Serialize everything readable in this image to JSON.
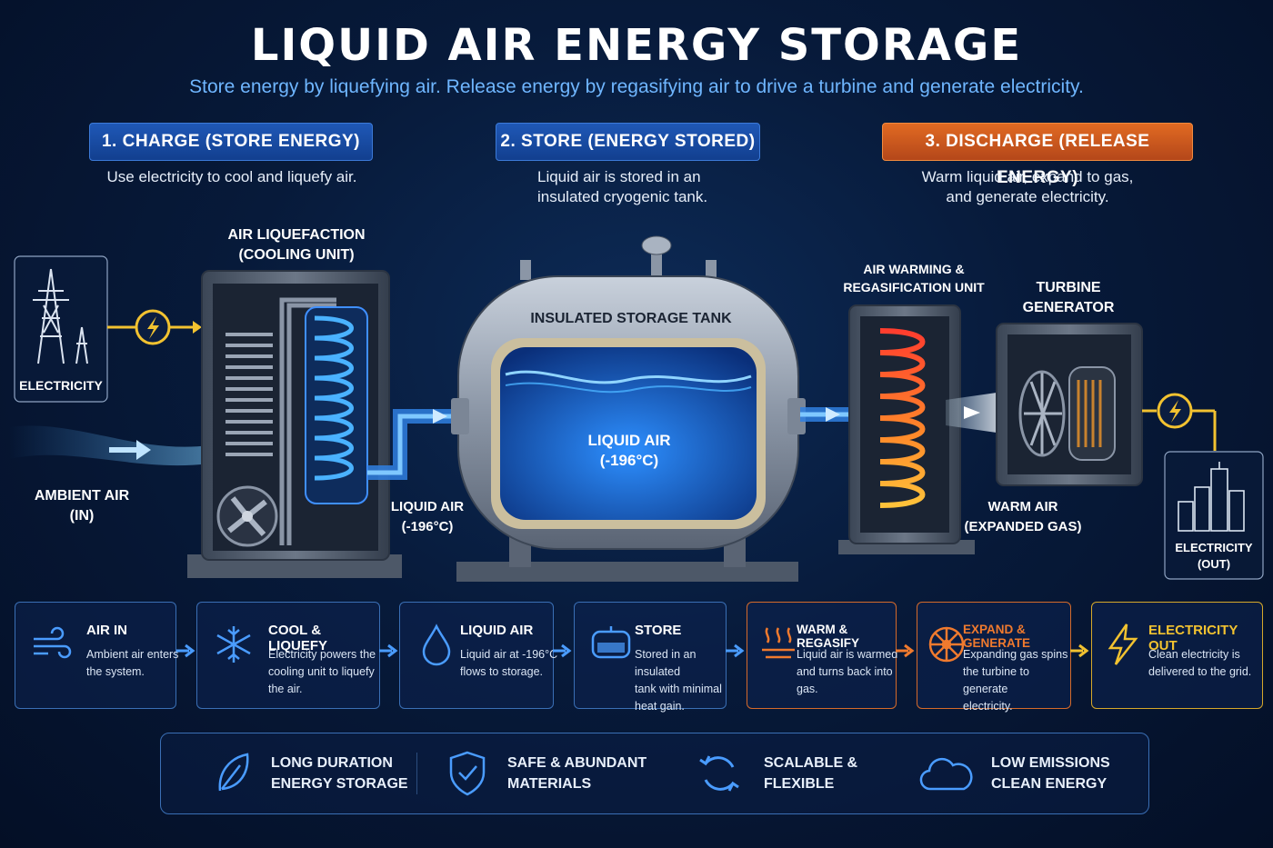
{
  "header": {
    "title": "LIQUID AIR ENERGY STORAGE",
    "subtitle": "Store energy by liquefying air. Release energy by regasifying air to drive a turbine and generate electricity."
  },
  "phases": [
    {
      "label": "1. CHARGE (STORE ENERGY)",
      "desc_l1": "Use electricity to cool and liquefy air.",
      "desc_l2": ""
    },
    {
      "label": "2. STORE (ENERGY STORED)",
      "desc_l1": "Liquid air is stored in an",
      "desc_l2": "insulated cryogenic tank."
    },
    {
      "label": "3. DISCHARGE (RELEASE ENERGY)",
      "desc_l1": "Warm liquid air, expand to gas,",
      "desc_l2": "and generate electricity."
    }
  ],
  "diagram": {
    "electricity": "ELECTRICITY",
    "ambient_air_l1": "AMBIENT AIR",
    "ambient_air_l2": "(IN)",
    "liquefaction_l1": "AIR LIQUEFACTION",
    "liquefaction_l2": "(COOLING UNIT)",
    "liquid_air_pipe_l1": "LIQUID AIR",
    "liquid_air_pipe_l2": "(-196°C)",
    "tank_label": "INSULATED STORAGE TANK",
    "tank_liquid_l1": "LIQUID AIR",
    "tank_liquid_l2": "(-196°C)",
    "warming_l1": "AIR WARMING &",
    "warming_l2": "REGASIFICATION UNIT",
    "turbine_l1": "TURBINE",
    "turbine_l2": "GENERATOR",
    "warm_air_l1": "WARM AIR",
    "warm_air_l2": "(EXPANDED GAS)",
    "elec_out_l1": "ELECTRICITY",
    "elec_out_l2": "(OUT)"
  },
  "steps": [
    {
      "title": "AIR IN",
      "d1": "Ambient air enters",
      "d2": "the system.",
      "d3": "",
      "icon": "wind-icon",
      "color": "#4a9cff"
    },
    {
      "title": "COOL & LIQUEFY",
      "d1": "Electricity powers the",
      "d2": "cooling unit to liquefy",
      "d3": "the air.",
      "icon": "snowflake-icon",
      "color": "#4a9cff"
    },
    {
      "title": "LIQUID AIR",
      "d1": "Liquid air at -196°C",
      "d2": "flows to storage.",
      "d3": "",
      "icon": "droplet-icon",
      "color": "#4a9cff"
    },
    {
      "title": "STORE",
      "d1": "Stored in an insulated",
      "d2": "tank with minimal",
      "d3": "heat gain.",
      "icon": "tank-icon",
      "color": "#4a9cff"
    },
    {
      "title": "WARM & REGASIFY",
      "d1": "Liquid air is warmed",
      "d2": "and turns back into",
      "d3": "gas.",
      "icon": "heat-icon",
      "color": "#f07a2e"
    },
    {
      "title": "EXPAND & GENERATE",
      "d1": "Expanding gas spins",
      "d2": "the turbine to generate",
      "d3": "electricity.",
      "icon": "turbine-icon",
      "color": "#f07a2e"
    },
    {
      "title": "ELECTRICITY OUT",
      "d1": "Clean electricity is",
      "d2": "delivered to the grid.",
      "d3": "",
      "icon": "lightning-icon",
      "color": "#f2c230"
    }
  ],
  "benefits": [
    {
      "l1": "LONG DURATION",
      "l2": "ENERGY STORAGE",
      "icon": "leaf-icon"
    },
    {
      "l1": "SAFE & ABUNDANT",
      "l2": "MATERIALS",
      "icon": "shield-check-icon"
    },
    {
      "l1": "SCALABLE &",
      "l2": "FLEXIBLE",
      "icon": "cycle-arrows-icon"
    },
    {
      "l1": "LOW EMISSIONS",
      "l2": "CLEAN ENERGY",
      "icon": "cloud-icon"
    }
  ],
  "colors": {
    "accent_blue": "#4a9cff",
    "accent_orange": "#f07a2e",
    "accent_yellow": "#f2c230",
    "background": "#071a3a"
  }
}
